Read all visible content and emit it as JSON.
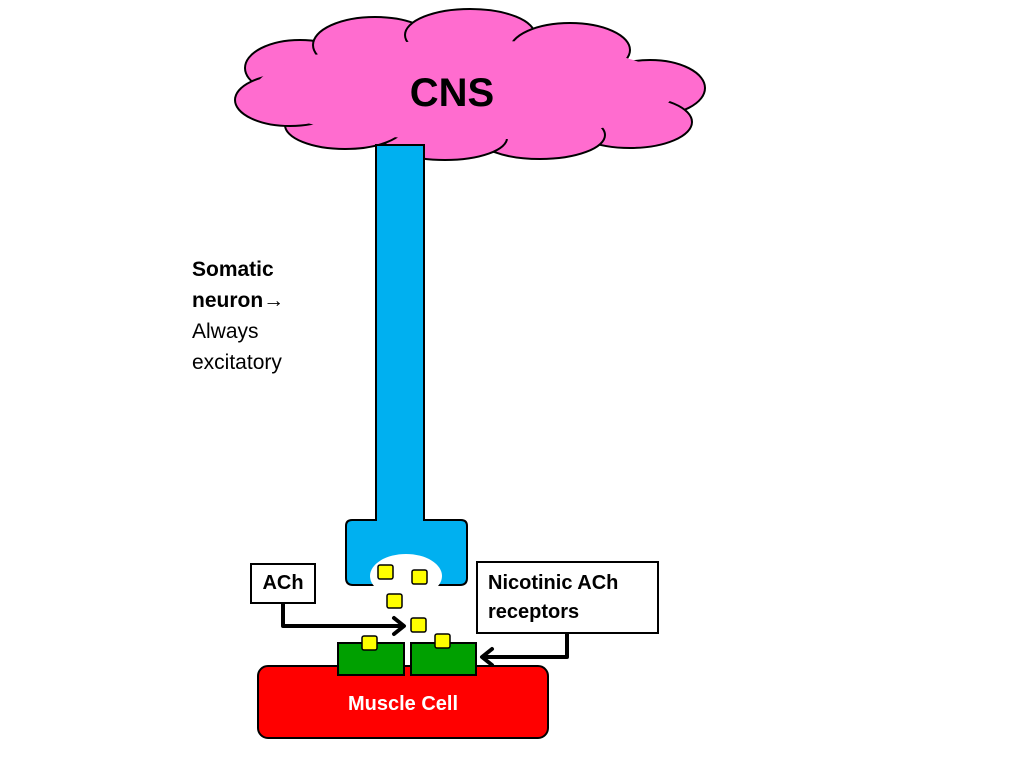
{
  "cns": {
    "label": "CNS",
    "color": "#ff6ccf"
  },
  "neuron": {
    "line1": "Somatic",
    "line2": "neuron",
    "arrow": "→",
    "line3": "Always",
    "line4": "excitatory",
    "color": "#00b0f0"
  },
  "labels": {
    "ach": "ACh",
    "receptors_line1": "Nicotinic ACh",
    "receptors_line2": "receptors"
  },
  "muscle": {
    "label": "Muscle Cell",
    "color": "#ff0000"
  },
  "colors": {
    "receptor": "#00a000",
    "ach_molecule": "#ffff00",
    "outline": "#000000"
  }
}
